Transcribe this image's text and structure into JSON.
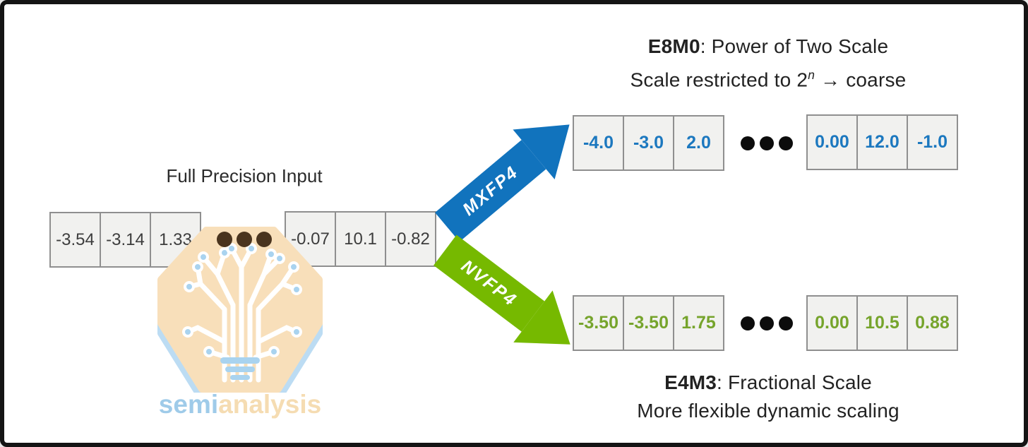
{
  "input_section": {
    "title": "Full Precision Input",
    "cells_left": [
      "-3.54",
      "-3.14",
      "1.33"
    ],
    "cells_right": [
      "-0.07",
      "10.1",
      "-0.82"
    ]
  },
  "mxfp4_section": {
    "arrow_label": "MXFP4",
    "heading_term": "E8M0",
    "heading_rest": ": Power of Two Scale",
    "subheading_pre": "Scale restricted to 2",
    "subheading_sup": "n",
    "subheading_post": " → coarse",
    "cells_left": [
      "-4.0",
      "-3.0",
      "2.0"
    ],
    "cells_right": [
      "0.00",
      "12.0",
      "-1.0"
    ],
    "accent_color": "#1173bd",
    "value_color": "#1c78bf"
  },
  "nvfp4_section": {
    "arrow_label": "NVFP4",
    "heading_term": "E4M3",
    "heading_rest": ": Fractional Scale",
    "subheading": "More flexible dynamic scaling",
    "cells_left": [
      "-3.50",
      "-3.50",
      "1.75"
    ],
    "cells_right": [
      "0.00",
      "10.5",
      "0.88"
    ],
    "accent_color": "#76b900",
    "value_color": "#76a42c"
  },
  "watermark": {
    "brand_semi": "semi",
    "brand_analysis": "analysis"
  }
}
